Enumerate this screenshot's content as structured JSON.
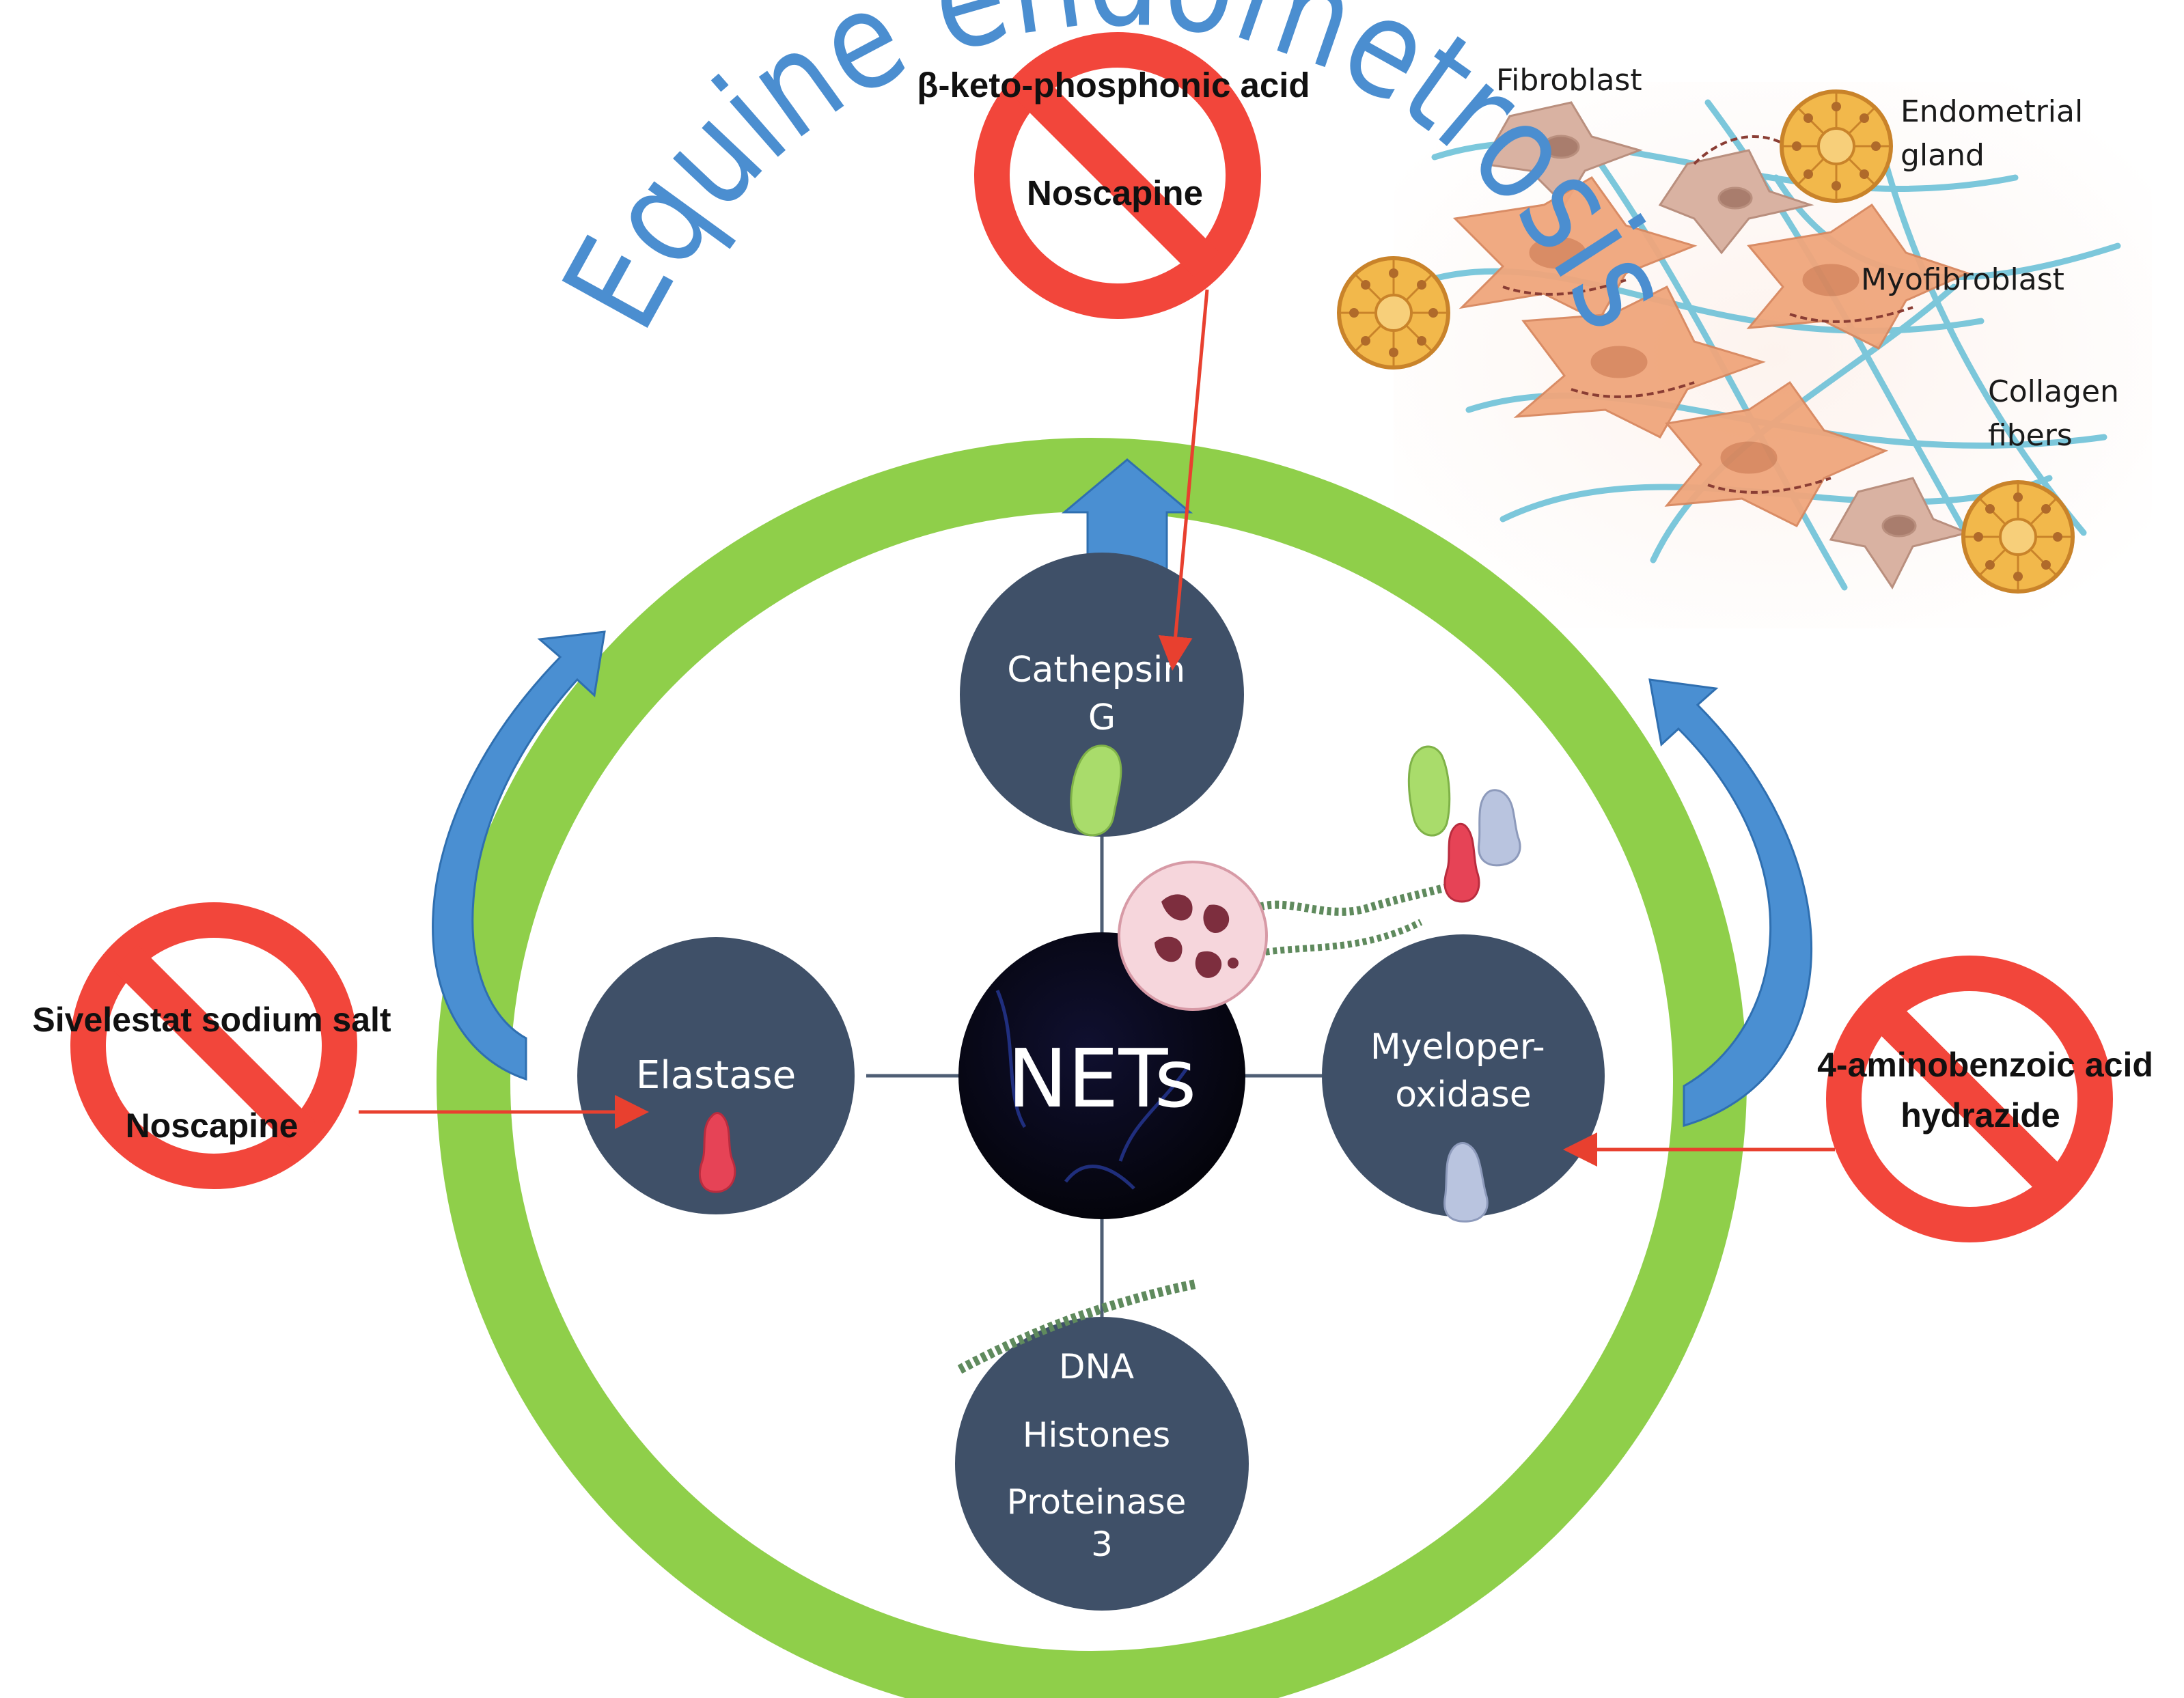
{
  "title": "Equine endometrosis",
  "center_label": "NETs",
  "nodes": {
    "cathepsin": [
      "Cathepsin",
      "G"
    ],
    "elastase": [
      "Elastase"
    ],
    "myeloperoxidase": [
      "Myeloper-",
      "oxidase"
    ],
    "dna": [
      "DNA",
      "Histones",
      "Proteinase",
      "3"
    ]
  },
  "inhibitors": {
    "top": [
      "β-keto-phosphonic acid",
      "Noscapine"
    ],
    "left": [
      "Sivelestat sodium salt",
      "Noscapine"
    ],
    "right": [
      "4-aminobenzoic acid",
      "hydrazide"
    ]
  },
  "tissue_labels": {
    "fibroblast": "Fibroblast",
    "gland": [
      "Endometrial",
      "gland"
    ],
    "myofibroblast": "Myofibroblast",
    "collagen": [
      "Collagen",
      "fibers"
    ]
  },
  "colors": {
    "ring": "#8fcf4a",
    "node": "#3f5068",
    "title": "#4b8ed0",
    "arrow_blue": "#4a8fd2",
    "inhibit_red": "#f2463b",
    "red_arrow": "#e8402f",
    "net_bg": "#06060f",
    "enzyme_green": "#a9dc6b",
    "enzyme_red": "#e64356",
    "enzyme_blue": "#b9c4df",
    "cell_orange": "#f0a67c",
    "fibroblast": "#d9b2a2",
    "collagen": "#6ec2d8",
    "gland": "#f2b84b"
  }
}
